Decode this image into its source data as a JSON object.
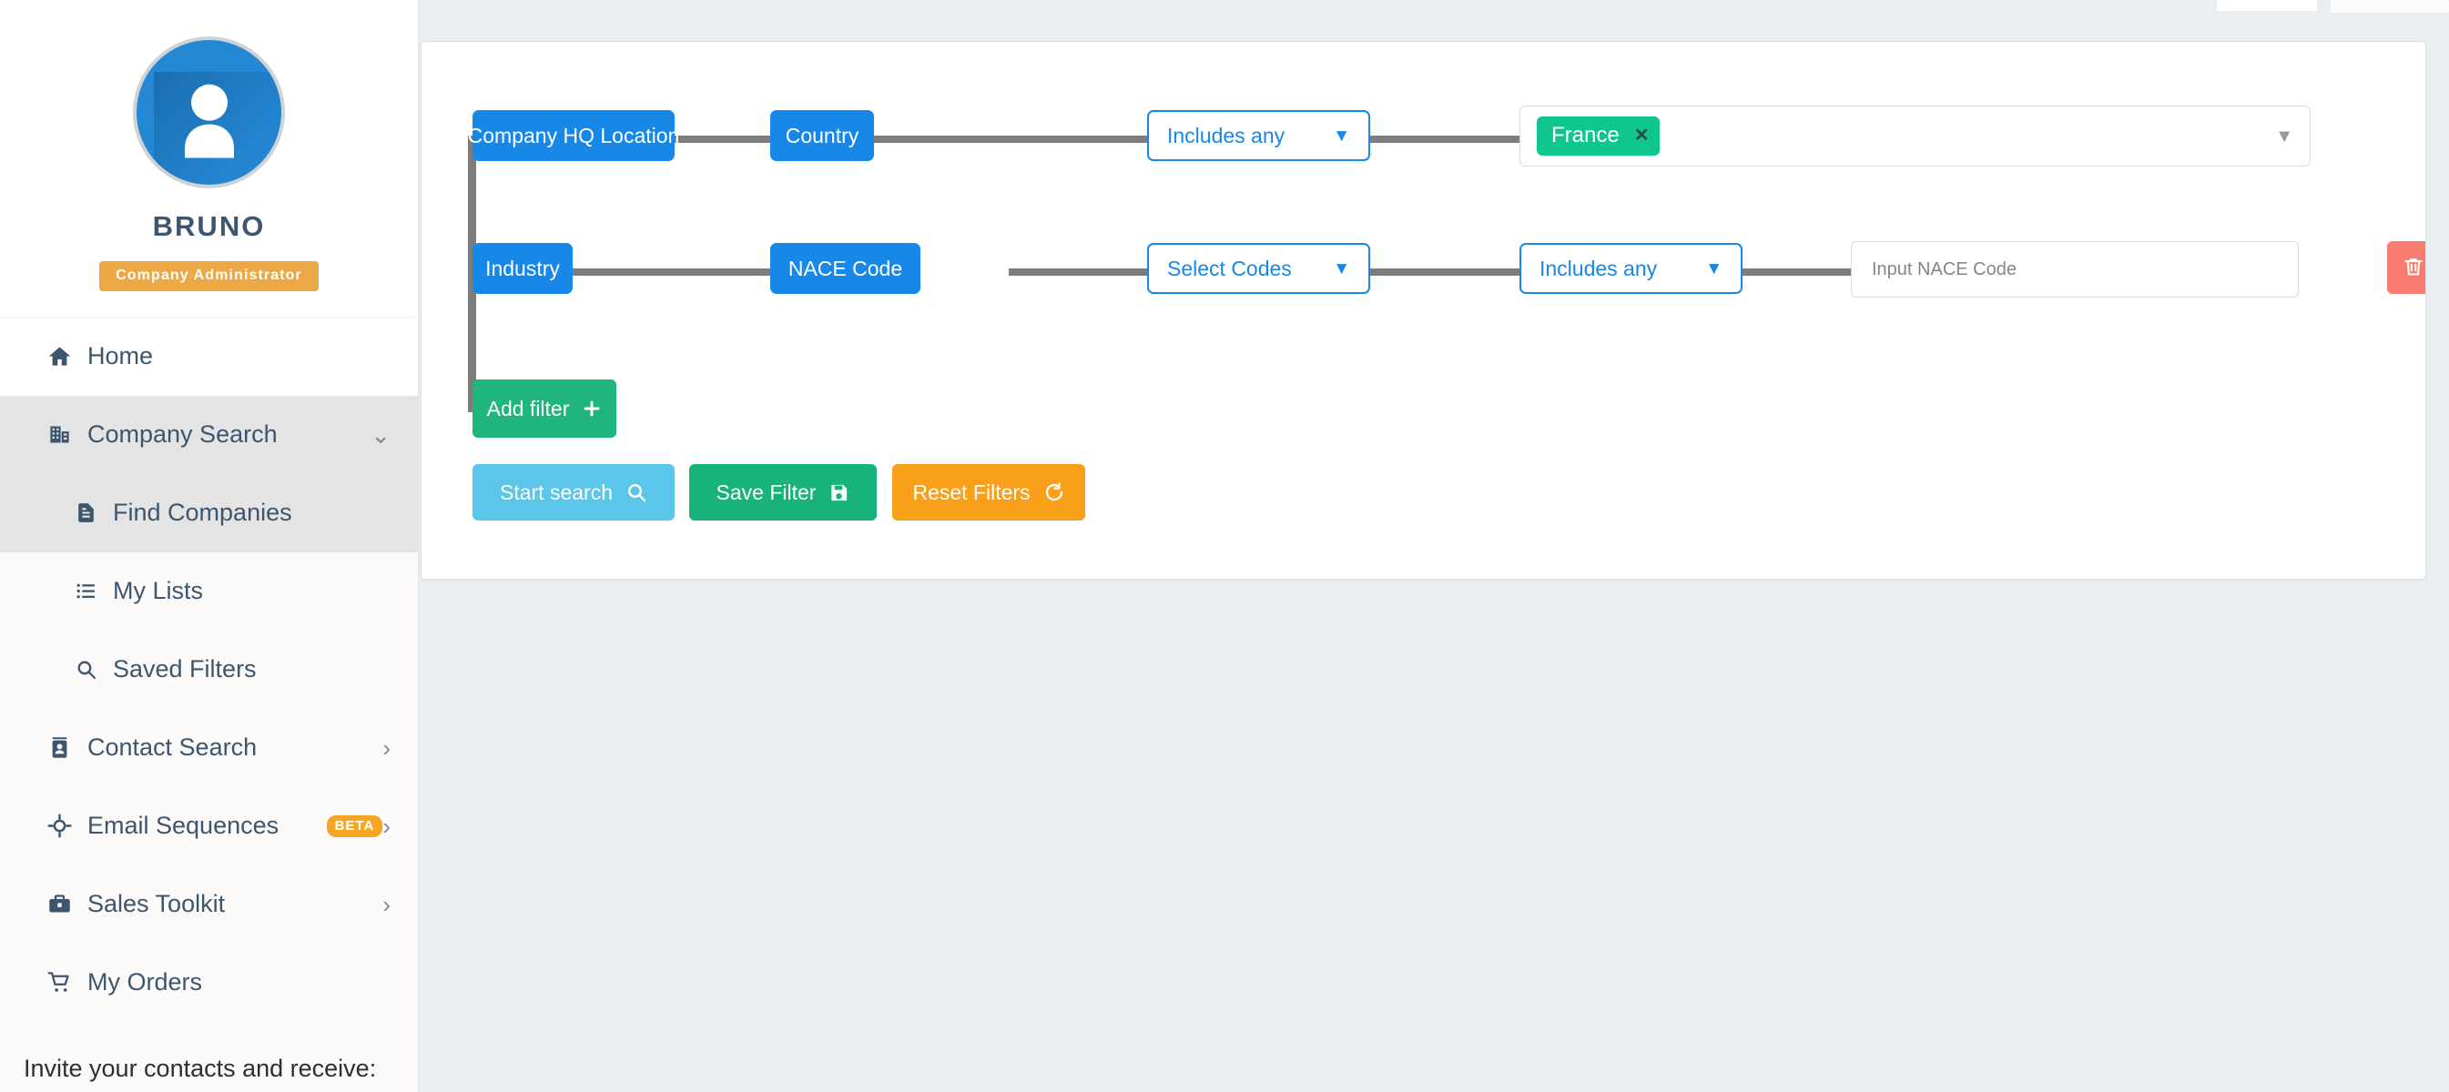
{
  "sidebar": {
    "profile": {
      "avatar_icon": "user-avatar-icon",
      "name": "BRUNO",
      "role_badge": "Company Administrator"
    },
    "items": [
      {
        "label": "Home",
        "icon": "home-icon",
        "chevron": "",
        "badge": "",
        "active": false,
        "sub": false
      },
      {
        "label": "Company Search",
        "icon": "building-icon",
        "chevron": "⌄",
        "badge": "",
        "active": true,
        "sub": false
      },
      {
        "label": "Find Companies",
        "icon": "document-icon",
        "chevron": "",
        "badge": "",
        "active": true,
        "sub": true
      },
      {
        "label": "My Lists",
        "icon": "list-icon",
        "chevron": "",
        "badge": "",
        "active": false,
        "sub": true
      },
      {
        "label": "Saved Filters",
        "icon": "search-icon",
        "chevron": "",
        "badge": "",
        "active": false,
        "sub": true
      },
      {
        "label": "Contact Search",
        "icon": "contact-card-icon",
        "chevron": "›",
        "badge": "",
        "active": false,
        "sub": false
      },
      {
        "label": "Email Sequences",
        "icon": "target-icon",
        "chevron": "›",
        "badge": "BETA",
        "active": false,
        "sub": false
      },
      {
        "label": "Sales Toolkit",
        "icon": "briefcase-icon",
        "chevron": "›",
        "badge": "",
        "active": false,
        "sub": false
      },
      {
        "label": "My Orders",
        "icon": "cart-icon",
        "chevron": "",
        "badge": "",
        "active": false,
        "sub": false
      }
    ],
    "invite_text": "Invite your contacts and receive:"
  },
  "filter_builder": {
    "rows": [
      {
        "category_label": "Company HQ Location",
        "field_label": "Country",
        "operator_label": "Includes any",
        "operator_caret": "▼",
        "value_control": "multiselect",
        "chips": [
          {
            "label": "France",
            "remove_icon": "close-icon"
          }
        ],
        "dropdown_arrow": "▼"
      },
      {
        "category_label": "Industry",
        "field_label": "NACE Code",
        "operator_label": "Select Codes",
        "operator_caret": "▼",
        "operator2_label": "Includes any",
        "operator2_caret": "▼",
        "value_control": "text",
        "input_placeholder": "Input NACE Code",
        "input_value": "",
        "delete_icon": "trash-icon"
      }
    ],
    "add_filter": {
      "label": "Add filter",
      "icon": "plus-icon"
    },
    "actions": [
      {
        "name": "start-search",
        "label": "Start search",
        "icon": "search-icon"
      },
      {
        "name": "save-filter",
        "label": "Save Filter",
        "icon": "floppy-disk-icon"
      },
      {
        "name": "reset-filters",
        "label": "Reset Filters",
        "icon": "undo-icon"
      }
    ]
  },
  "colors": {
    "pill_blue": "#1787e8",
    "chip_green": "#0fc78e",
    "add_filter_green": "#21b57e",
    "start_search_blue": "#5bc6ea",
    "save_green": "#18b37a",
    "reset_orange": "#f9a01b",
    "delete_red": "#f97c71",
    "badge_orange": "#eda846",
    "sidebar_text": "#3d566e",
    "page_bg": "#e9eff1"
  }
}
